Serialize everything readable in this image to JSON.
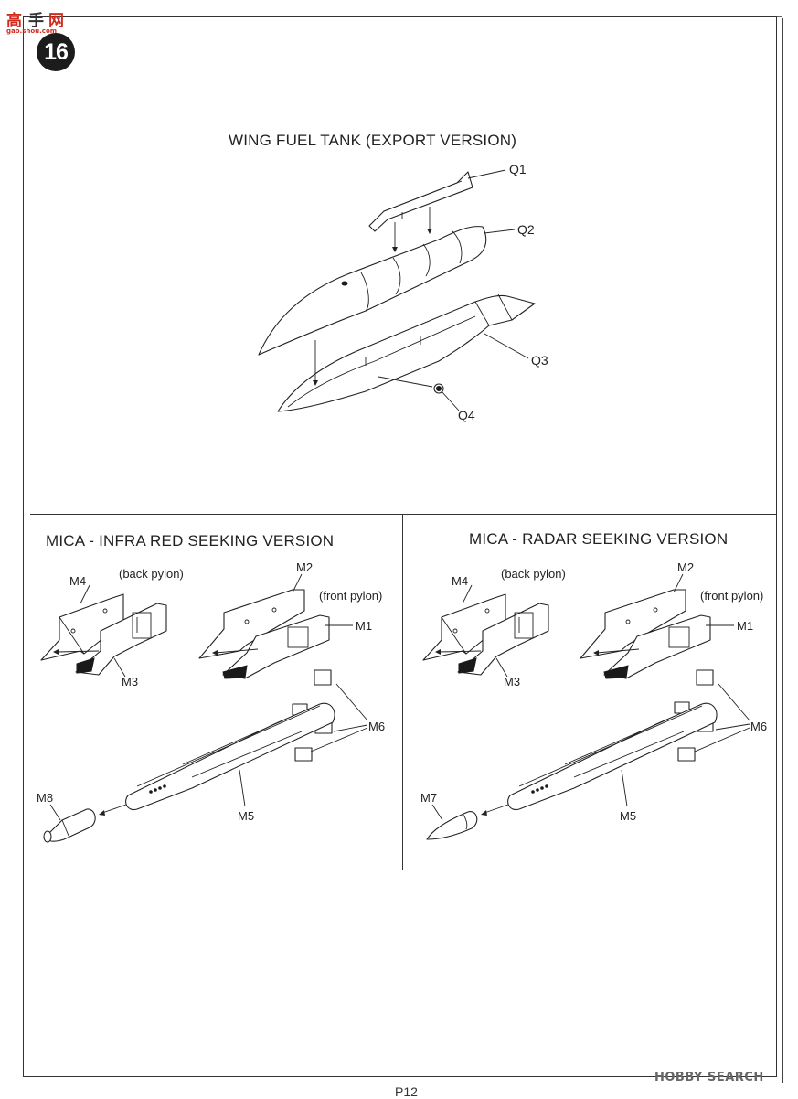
{
  "watermark": {
    "site": "高手网",
    "chars": [
      "高",
      "手",
      "网"
    ],
    "url": "gao.shou.com",
    "bottom": "HOBBY SEARCH"
  },
  "step": {
    "number": "16"
  },
  "sections": {
    "fuel_tank": {
      "title": "WING FUEL TANK (EXPORT VERSION)",
      "parts": [
        "Q1",
        "Q2",
        "Q3",
        "Q4"
      ]
    },
    "mica_ir": {
      "title": "MICA - INFRA RED SEEKING VERSION",
      "back_pylon": "(back pylon)",
      "front_pylon": "(front pylon)",
      "parts": [
        "M4",
        "M2",
        "M1",
        "M3",
        "M6",
        "M5",
        "M8"
      ]
    },
    "mica_radar": {
      "title": "MICA - RADAR SEEKING VERSION",
      "back_pylon": "(back pylon)",
      "front_pylon": "(front pylon)",
      "parts": [
        "M4",
        "M2",
        "M1",
        "M3",
        "M6",
        "M5",
        "M7"
      ]
    }
  },
  "page": {
    "number": "P12"
  }
}
